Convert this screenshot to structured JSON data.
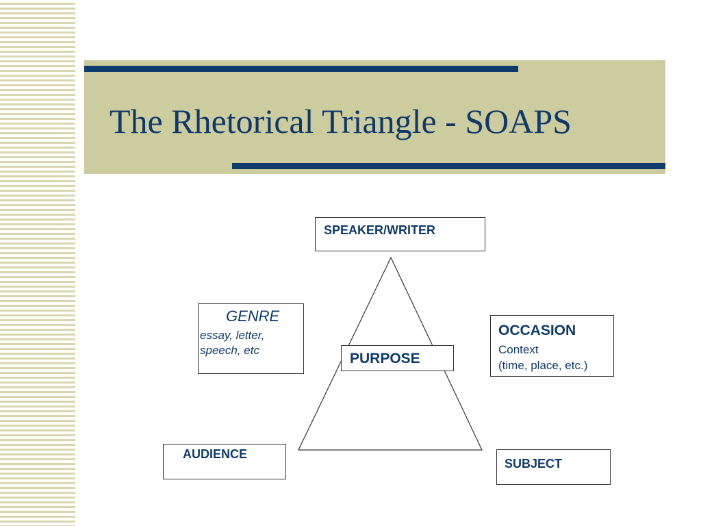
{
  "slide": {
    "title": "The Rhetorical Triangle - SOAPS"
  },
  "diagram": {
    "speaker": "SPEAKER/WRITER",
    "genre": {
      "heading": "GENRE",
      "lines": [
        "essay, letter,",
        "speech, etc"
      ]
    },
    "purpose": "PURPOSE",
    "occasion": {
      "heading": "OCCASION",
      "lines": [
        "Context",
        "(time, place, etc.)"
      ]
    },
    "audience": "AUDIENCE",
    "subject": "SUBJECT"
  },
  "colors": {
    "text": "#0e3a6b",
    "title_band": "#cccc9f",
    "accent_lines": "#0e3a6b",
    "stripes": "#d9d6b0",
    "outline": "#333333"
  }
}
